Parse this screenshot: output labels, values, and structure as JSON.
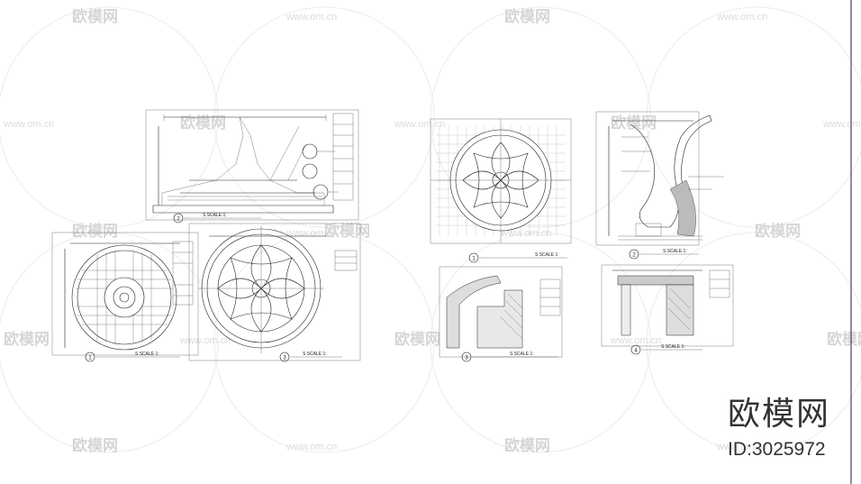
{
  "watermark": {
    "brand": "欧模网",
    "url": "www.om.cn"
  },
  "brand_badge": {
    "name": "欧模网",
    "id": "ID:3025972"
  },
  "drawings": [
    {
      "key": "elevation",
      "num": "2",
      "scale": "S SCALE 1:"
    },
    {
      "key": "plan-a",
      "num": "1",
      "scale": "S SCALE 1:"
    },
    {
      "key": "plan-b",
      "num": "3",
      "scale": "S SCALE 1:"
    },
    {
      "key": "paving",
      "num": "1",
      "scale": "S SCALE 1:"
    },
    {
      "key": "section-a",
      "num": "2",
      "scale": "S SCALE 1:"
    },
    {
      "key": "detail-a",
      "num": "3",
      "scale": "S SCALE 1:"
    },
    {
      "key": "detail-b",
      "num": "4",
      "scale": "S SCALE 1:"
    }
  ]
}
